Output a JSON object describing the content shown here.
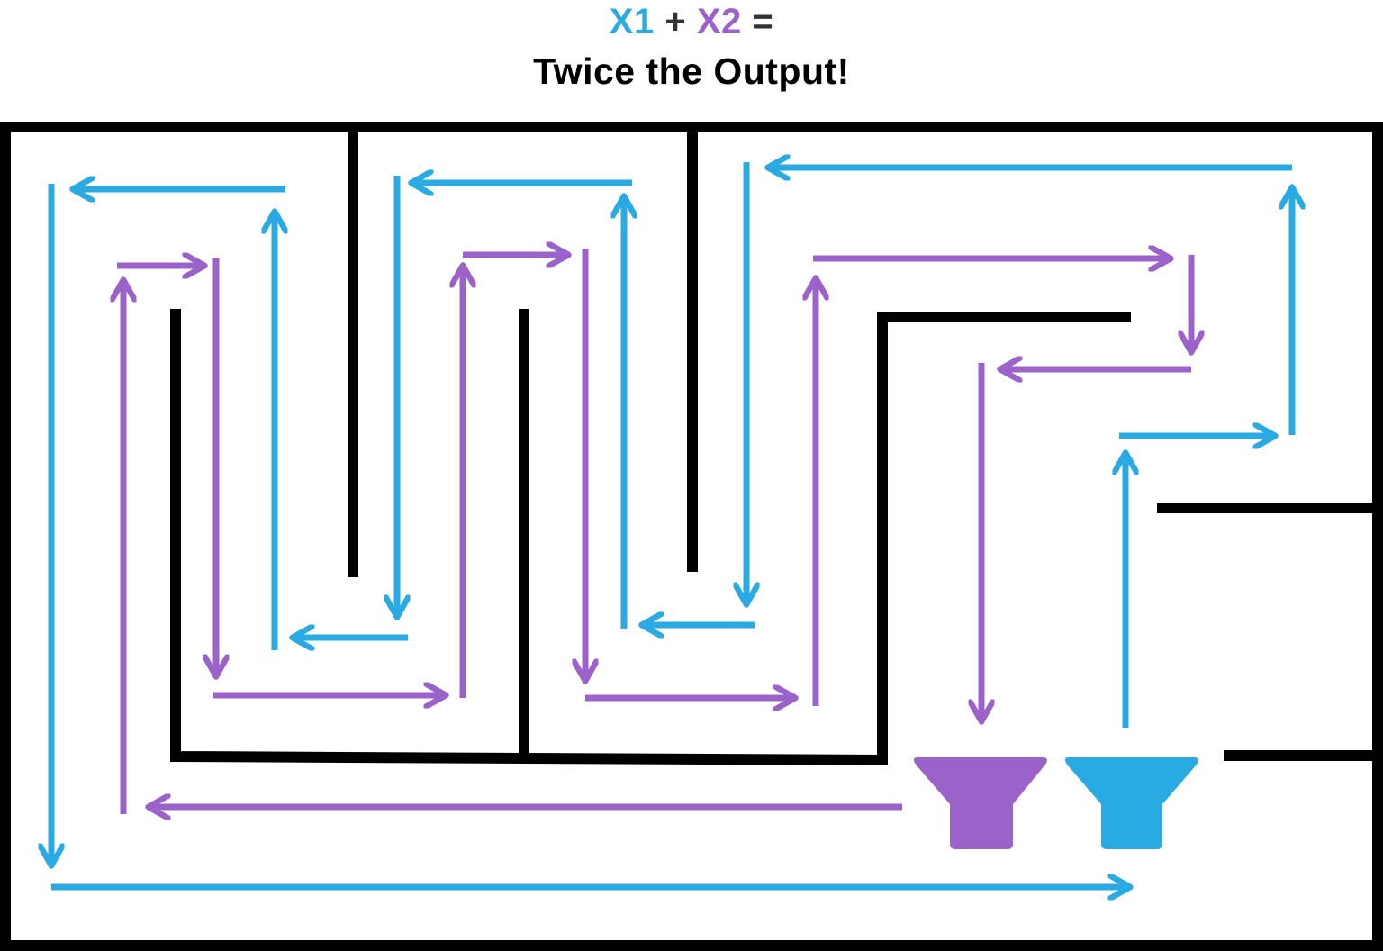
{
  "colors": {
    "blue": "#29aae2",
    "purple": "#9b63c9",
    "wall": "#000000",
    "operator": "#333333",
    "background": "#ffffff"
  },
  "title": {
    "x1": "X1",
    "plus": "+",
    "x2": "X2",
    "equals": "=",
    "subtitle": "Twice the Output!"
  },
  "icons": {
    "funnel_left": "purple-funnel-icon",
    "funnel_right": "blue-funnel-icon"
  }
}
